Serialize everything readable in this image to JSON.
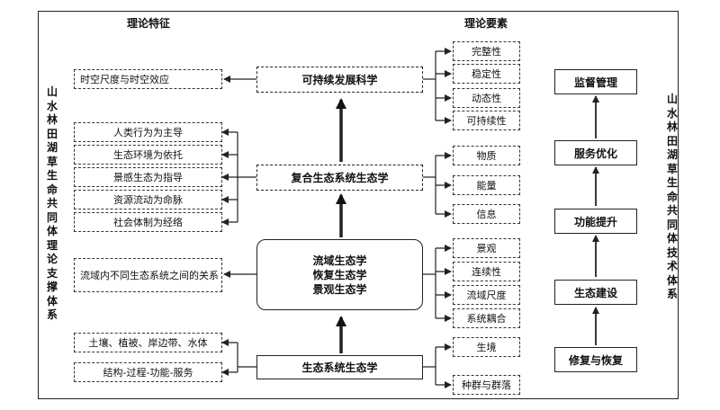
{
  "left_vertical_title": "山水林田湖草生命共同体理论支撑体系",
  "right_vertical_title": "山水林田湖草生命共同体技术体系",
  "headers": {
    "features": "理论特征",
    "elements": "理论要素"
  },
  "center": {
    "sustainable": "可持续发展科学",
    "composite": "复合生态系统生态学",
    "basin": [
      "流域生态学",
      "恢复生态学",
      "景观生态学"
    ],
    "ecosystem": "生态系统生态学"
  },
  "left_features": {
    "sustainable": [
      "时空尺度与时空效应"
    ],
    "composite": [
      "人类行为为主导",
      "生态环境为依托",
      "景感生态为指导",
      "资源流动为命脉",
      "社会体制为经络"
    ],
    "basin": "流域内不同生态系统之间的关系",
    "ecosystem": [
      "土壤、植被、岸边带、水体",
      "结构-过程-功能-服务"
    ]
  },
  "right_elements": {
    "sustainable": [
      "完整性",
      "稳定性",
      "动态性",
      "可持续性"
    ],
    "composite": [
      "物质",
      "能量",
      "信息"
    ],
    "basin": [
      "景观",
      "连续性",
      "流域尺度",
      "系统耦合"
    ],
    "ecosystem": [
      "生境",
      "种群与群落"
    ]
  },
  "tech_chain": [
    "监督管理",
    "服务优化",
    "功能提升",
    "生态建设",
    "修复与恢复"
  ]
}
